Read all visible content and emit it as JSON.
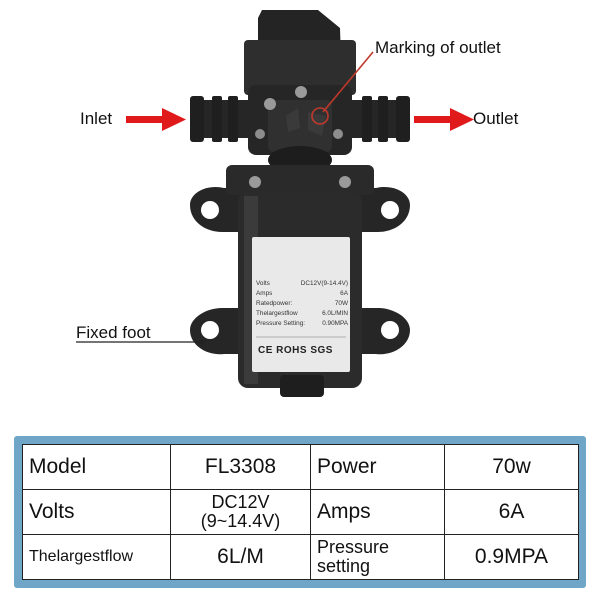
{
  "labels": {
    "inlet": "Inlet",
    "outlet": "Outlet",
    "marking_of_outlet": "Marking of outlet",
    "fixed_foot": "Fixed foot"
  },
  "nameplate": {
    "rows": [
      {
        "key": "Volts",
        "value": "DC12V(9-14.4V)"
      },
      {
        "key": "Amps",
        "value": "6A"
      },
      {
        "key": "Ratedpower:",
        "value": "70W"
      },
      {
        "key": "Thelargestflow",
        "value": "6.0L/MIN"
      },
      {
        "key": "Pressure Setting:",
        "value": "0.90MPA"
      }
    ],
    "marks": "CE ROHS SGS"
  },
  "spec_table": {
    "rows": [
      [
        {
          "text": "Model"
        },
        {
          "text": "FL3308"
        },
        {
          "text": "Power"
        },
        {
          "text": "70w"
        }
      ],
      [
        {
          "text": "Volts"
        },
        {
          "text": "DC12V",
          "sub": "(9~14.4V)"
        },
        {
          "text": "Amps"
        },
        {
          "text": "6A"
        }
      ],
      [
        {
          "text": "Thelargestflow"
        },
        {
          "text": "6L/M"
        },
        {
          "text": "Pressure",
          "sub": "setting"
        },
        {
          "text": "0.9MPA"
        }
      ]
    ]
  },
  "colors": {
    "arrow": "#e0191b",
    "pump_body": "#2b2b2b",
    "frame": "#6fa6c8",
    "leader": "#c0392b"
  }
}
